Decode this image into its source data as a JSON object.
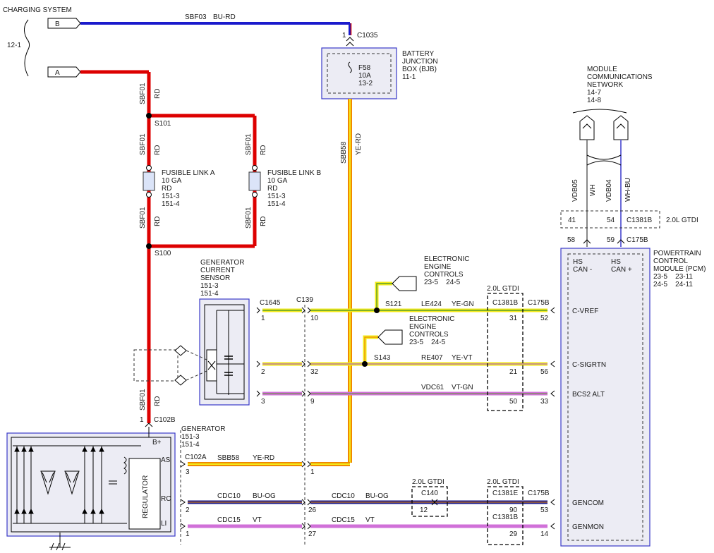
{
  "title": "CHARGING SYSTEM",
  "ref_12_1": "12-1",
  "connectors": {
    "B": "B",
    "A": "A",
    "c1035": "C1035",
    "c1035_pin": "1",
    "c102b": "C102B",
    "c102b_pin": "1",
    "c1645": "C1645",
    "c139": "C139",
    "c102a": "C102A",
    "c1381b": "C1381B",
    "c175b": "C175B",
    "c1381e": "C1381E",
    "c140": "C140",
    "gtdi": "2.0L GTDI"
  },
  "wires": {
    "sbf03": "SBF03",
    "bu_rd": "BU-RD",
    "sbf01": "SBF01",
    "rd": "RD",
    "sbb58": "SBB58",
    "ye_rd": "YE-RD",
    "le424": "LE424",
    "ye_gn": "YE-GN",
    "re407": "RE407",
    "ye_vt": "YE-VT",
    "vdc61": "VDC61",
    "vt_gn": "VT-GN",
    "cdc10": "CDC10",
    "bu_og": "BU-OG",
    "cdc15": "CDC15",
    "vt": "VT",
    "vdb05": "VDB05",
    "wh": "WH",
    "vdb04": "VDB04",
    "wh_bu": "WH-BU"
  },
  "splices": {
    "s101": "S101",
    "s100": "S100",
    "s121": "S121",
    "s143": "S143"
  },
  "bjb": {
    "l1": "BATTERY",
    "l2": "JUNCTION",
    "l3": "BOX (BJB)",
    "l4": "11-1",
    "fuse": "F58",
    "amps": "10A",
    "ref": "13-2"
  },
  "fusible_a": {
    "name": "FUSIBLE LINK A",
    "ga": "10 GA",
    "color": "RD",
    "r1": "151-3",
    "r2": "151-4"
  },
  "fusible_b": {
    "name": "FUSIBLE LINK B",
    "ga": "10 GA",
    "color": "RD",
    "r1": "151-3",
    "r2": "151-4"
  },
  "sensor": {
    "l1": "GENERATOR",
    "l2": "CURRENT",
    "l3": "SENSOR",
    "r1": "151-3",
    "r2": "151-4"
  },
  "generator": {
    "name": "GENERATOR",
    "r1": "151-3",
    "r2": "151-4",
    "regulator": "REGULATOR",
    "bplus": "B+",
    "as": "AS",
    "rc": "RC",
    "li": "LI"
  },
  "mcn": {
    "l1": "MODULE",
    "l2": "COMMUNICATIONS",
    "l3": "NETWORK",
    "r1": "14-7",
    "r2": "14-8"
  },
  "eec1": {
    "l1": "ELECTRONIC",
    "l2": "ENGINE",
    "l3": "CONTROLS",
    "r": "23-5    24-5"
  },
  "eec2": {
    "l1": "ELECTRONIC",
    "l2": "ENGINE",
    "l3": "CONTROLS",
    "r": "23-5    24-5"
  },
  "pcm": {
    "l1": "POWERTRAIN",
    "l2": "CONTROL",
    "l3": "MODULE (PCM)",
    "r1": "23-5    23-11",
    "r2": "24-5    24-11",
    "can_lo_1": "HS",
    "can_lo_2": "CAN -",
    "can_hi_1": "HS",
    "can_hi_2": "CAN +",
    "cvref": "C-VREF",
    "csigrtn": "C-SIGRTN",
    "bcs2": "BCS2 ALT",
    "gencom": "GENCOM",
    "genmon": "GENMON"
  },
  "pins": {
    "p41": "41",
    "p54": "54",
    "p58": "58",
    "p59": "59",
    "p1a": "1",
    "p10": "10",
    "p31": "31",
    "p52": "52",
    "p2a": "2",
    "p32": "32",
    "p21": "21",
    "p56": "56",
    "p3a": "3",
    "p9": "9",
    "p50": "50",
    "p33": "33",
    "p3b": "3",
    "p1b": "1",
    "p2b": "2",
    "p26": "26",
    "p12": "12",
    "p90": "90",
    "p53": "53",
    "p1c": "1",
    "p27": "27",
    "p29": "29",
    "p14": "14"
  },
  "colors": {
    "red": "#dd0000",
    "blue": "#1a1acc",
    "yellow": "#f2ea1a",
    "orange": "#f08a00",
    "violet": "#d070d8",
    "green": "#5a9e2a",
    "navy": "#1c1c8c"
  }
}
